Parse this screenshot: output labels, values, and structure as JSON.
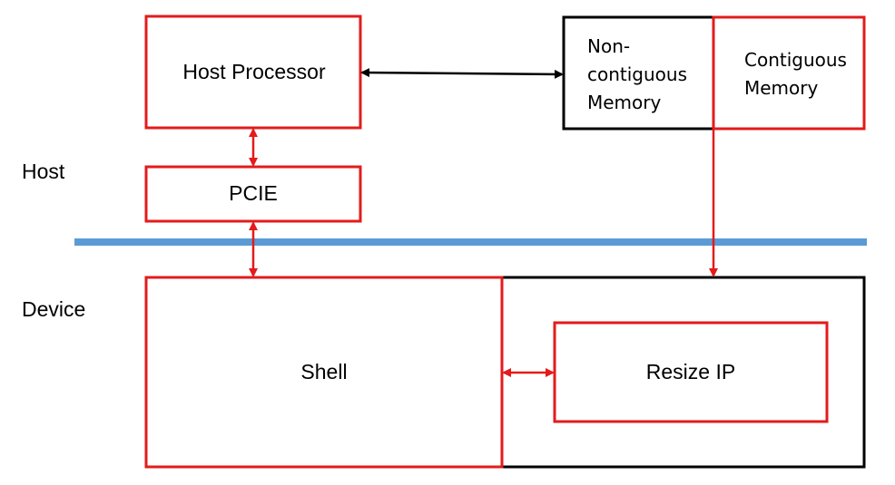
{
  "diagram": {
    "side_labels": {
      "host": "Host",
      "device": "Device"
    },
    "nodes": {
      "host_processor": "Host Processor",
      "pcie": "PCIE",
      "non_contiguous_memory": [
        "Non-",
        "contiguous",
        "Memory"
      ],
      "contiguous_memory": [
        "Contiguous",
        "Memory"
      ],
      "shell": "Shell",
      "resize_ip": "Resize IP"
    },
    "colors": {
      "red": "#e31b1b",
      "black": "#000000",
      "divider": "#5b9bd5"
    }
  }
}
